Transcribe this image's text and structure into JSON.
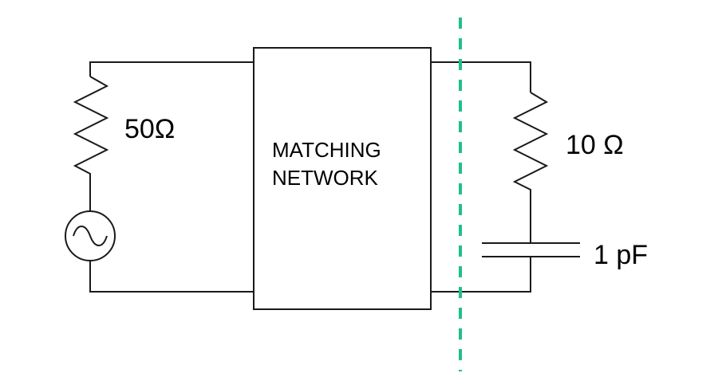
{
  "diagram": {
    "source_resistor_label": "50Ω",
    "matching_network_line1": "MATCHING",
    "matching_network_line2": "NETWORK",
    "load_resistor_label": "10 Ω",
    "load_capacitor_label": "1 pF"
  },
  "colors": {
    "wire": "#1a1a1a",
    "reference_plane": "#1fbf8f",
    "text": "#000000",
    "background": "#ffffff"
  },
  "icons": {
    "source": "ac-source-icon",
    "resistor": "resistor-icon",
    "capacitor": "capacitor-icon"
  }
}
